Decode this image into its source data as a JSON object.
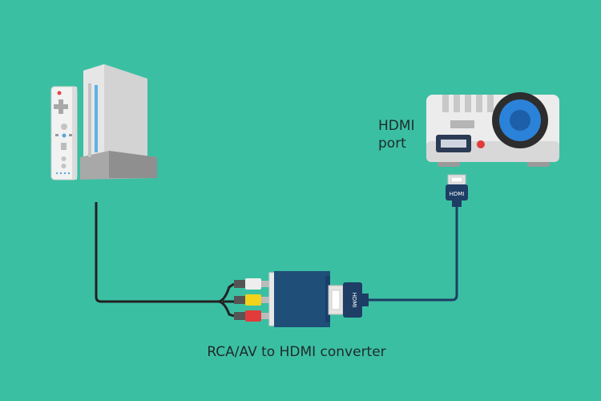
{
  "labels": {
    "port_line1": "HDMI",
    "port_line2": "port",
    "converter": "RCA/AV to HDMI converter",
    "hdmi_text": "HDMI"
  },
  "icons": [
    "wii-console-icon",
    "wii-remote-icon",
    "projector-icon",
    "rca-converter-icon",
    "hdmi-plug-icon",
    "rca-plug-icon"
  ],
  "colors": {
    "background": "#3bbfa3",
    "converter": "#1f4e79",
    "hdmi_cable": "#1e3e66",
    "rca_cable": "#222222",
    "rca_white": "#eeeeee",
    "rca_yellow": "#f2d21b",
    "rca_red": "#e23b3b",
    "projector_lens": "#2b82d9"
  }
}
